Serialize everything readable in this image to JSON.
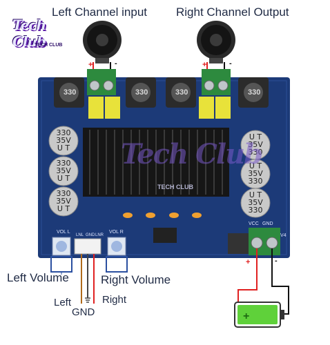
{
  "labels": {
    "left_channel_input": "Left Channel input",
    "right_channel_output": "Right Channel Output",
    "left_volume": "Left Volume",
    "right_volume": "Right Volume",
    "left": "Left",
    "gnd": "GND",
    "right": "Right"
  },
  "logo": {
    "main": "Tech Club",
    "sub": "TECH CLUB"
  },
  "watermark": {
    "main": "Tech Club",
    "sub": "TECH CLUB"
  },
  "board": {
    "capacitor_text": [
      "330",
      "35V",
      "U T"
    ],
    "inductor_text": "330",
    "pcb_marks": {
      "vol_l": "VOL L",
      "vol_r": "VOL R",
      "lnl": "LNL",
      "gnd": "GND",
      "lnr": "LNR",
      "vcc": "VCC",
      "gnd2": "GND",
      "v4": "V4",
      "plus": "+",
      "minus": "-"
    }
  },
  "colors": {
    "pcb": "#1c3a78",
    "terminal": "#2d8a3e",
    "cap_yellow": "#e8e23a",
    "wire_red": "#e02020",
    "wire_black": "#111111",
    "battery": "#5fd13a"
  }
}
